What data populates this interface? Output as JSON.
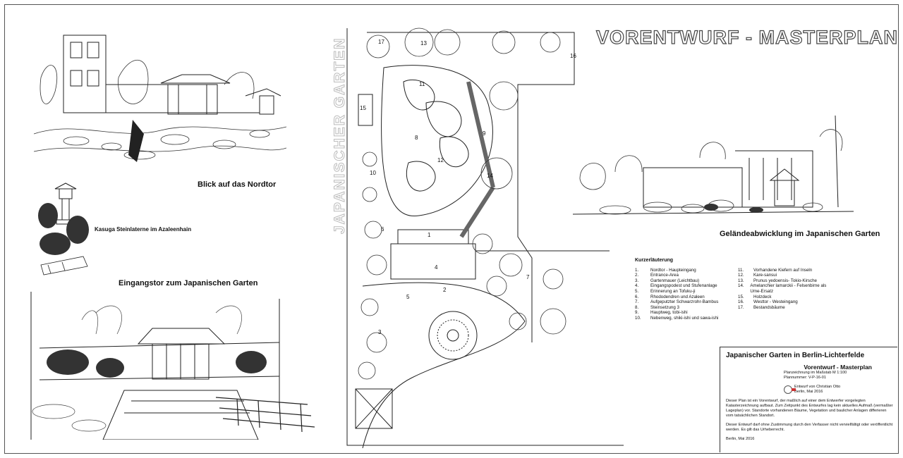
{
  "main_title": "VORENTWURF - MASTERPLAN",
  "vertical_title": "JAPANISCHER GARTEN",
  "captions": {
    "nordtor": "Blick auf das Nordtor",
    "kasuga": "Kasuga Steinlaterne im Azaleenhain",
    "eingangstor": "Eingangstor zum Japanischen Garten",
    "gelaende": "Geländeabwicklung im Japanischen Garten"
  },
  "legend": {
    "heading": "Kurzerläuterung",
    "col1": [
      {
        "n": "1.",
        "t": "Nordtor - Haupteingang"
      },
      {
        "n": "2.",
        "t": "Entrance-Area"
      },
      {
        "n": "3.",
        "t": "Gartenmauer (Leichtbau)"
      },
      {
        "n": "4.",
        "t": "Eingangspodest und Stufenanlage"
      },
      {
        "n": "5.",
        "t": "Erinnerung an Tofuku-ji"
      },
      {
        "n": "6.",
        "t": "Rhododendren und Azaleen"
      },
      {
        "n": "7.",
        "t": "Aufgeputzter Schwarzrohr-Bambus"
      },
      {
        "n": "8.",
        "t": "Steinsetzung 3"
      },
      {
        "n": "9.",
        "t": "Hauptweg, tobi-ishi"
      },
      {
        "n": "10.",
        "t": "Nebenweg, shiki-ishi und sawa-ishi"
      }
    ],
    "col2": [
      {
        "n": "11.",
        "t": "Vorhandene Kiefern auf Inseln"
      },
      {
        "n": "12.",
        "t": "Kare-sansui"
      },
      {
        "n": "13.",
        "t": "Prunus yedoensis- Tokio-Kirsche"
      },
      {
        "n": "14.",
        "t": "Amelanchier lamarckii - Felsenbirne als Ume-Ersatz"
      },
      {
        "n": "15.",
        "t": "Holzdeck"
      },
      {
        "n": "16.",
        "t": "Westtor - Westeingang"
      },
      {
        "n": "17.",
        "t": "Bestandsbäume"
      }
    ]
  },
  "titleblock": {
    "title": "Japanischer Garten in Berlin-Lichterfelde",
    "subtitle": "Vorentwurf - Masterplan",
    "line1": "Planzeichnung im Maßstab M 1:100",
    "line2": "Plannummer: V-P-16-01",
    "author1": "Entwurf von Christian Otto",
    "author2": "Berlin, Mai 2016",
    "para1": "Dieser Plan ist ein Vorentwurf, der maßlich auf einer dem Entwerfer vorgelegten Katasterzeichnung aufbaut. Zum Zeitpunkt des Entwurfes lag kein aktuelles Aufmaß (vermaßter Lageplan) vor. Standorte vorhandenen Bäume, Vegetation und baulicher Anlagen differieren vom tatsächlichen Standort.",
    "para2": "Dieser Entwurf darf ohne Zustimmung durch den Verfasser nicht vervielfältigt oder veröffentlicht werden. Es gilt das Urheberrecht.",
    "footer": "Berlin, Mai 2016"
  },
  "plan_labels": [
    "1",
    "2",
    "3",
    "4",
    "5",
    "6",
    "7",
    "8",
    "9",
    "10",
    "11",
    "12",
    "13",
    "14",
    "15",
    "16",
    "17"
  ]
}
